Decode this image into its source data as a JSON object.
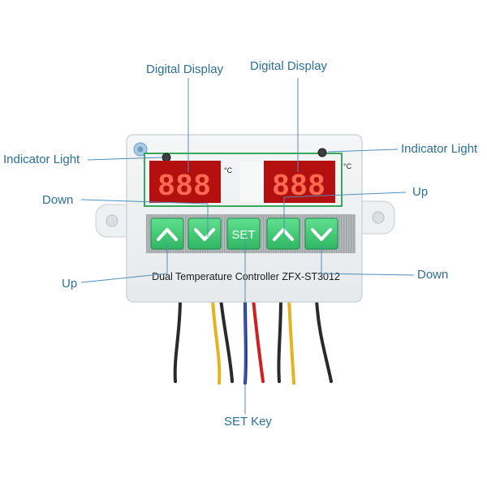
{
  "device": {
    "title": "Dual Temperature Controller ZFX-ST3012",
    "left_display": {
      "digits": "888",
      "unit": "°C"
    },
    "right_display": {
      "digits": "888",
      "unit": "°C"
    },
    "set_key_label": "SET",
    "accent_colors": {
      "label_blue": "#2b6f95",
      "led_red": "#ff2a1a",
      "button_green": "#39c86f",
      "frame_green": "#36a85a"
    }
  },
  "callouts": {
    "digital_display_left": "Digital Display",
    "digital_display_right": "Digital Display",
    "indicator_light_left": "Indicator Light",
    "indicator_light_right": "Indicator Light",
    "down_left": "Down",
    "up_right": "Up",
    "up_left": "Up",
    "down_right": "Down",
    "set_key": "SET Key"
  },
  "icons": {
    "up": "chevron-up-icon",
    "down": "chevron-down-icon",
    "logo": "brand-logo-icon"
  },
  "wire_colors": [
    "#2a2a2a",
    "#e3b320",
    "#2a2a2a",
    "#1f2a8a",
    "#d02020",
    "#2a2a2a",
    "#e3b320",
    "#2a2a2a"
  ]
}
